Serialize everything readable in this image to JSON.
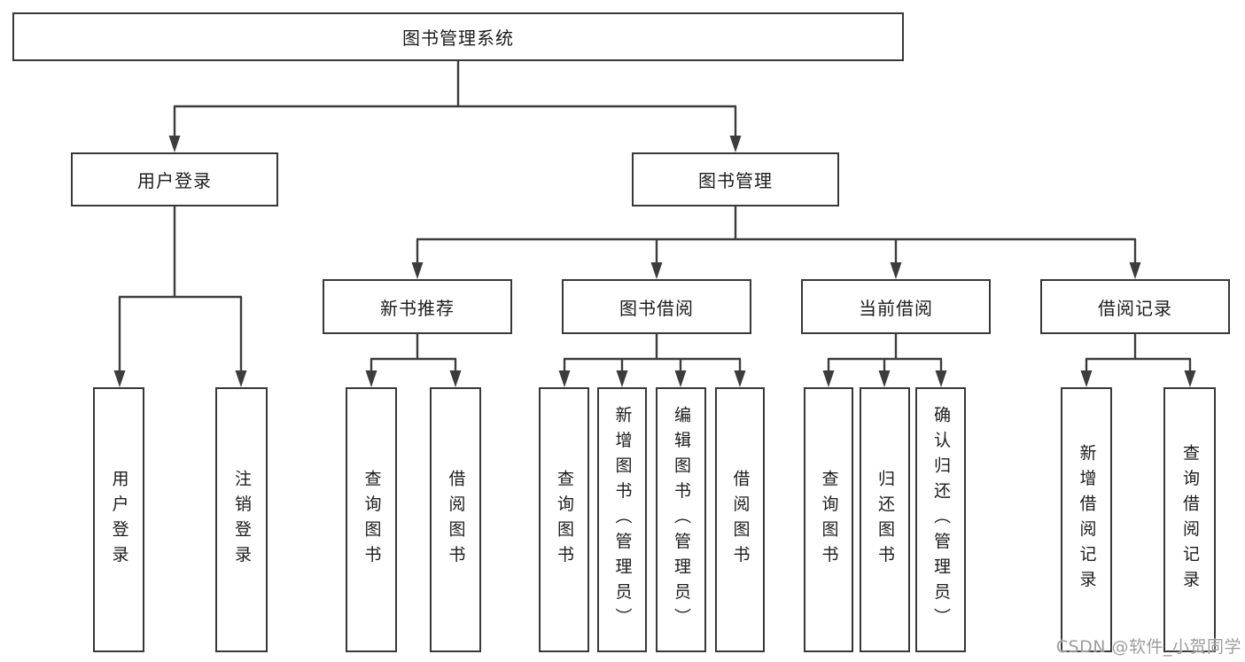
{
  "diagram": {
    "type": "hierarchy-tree",
    "colors": {
      "line": "#3c3c3c",
      "box_border": "#383838",
      "box_background": "#ffffff",
      "text": "#1c1c1c",
      "watermark_text": "#9d9d9d",
      "canvas_background": "#ffffff"
    },
    "tree": {
      "label": "图书管理系统",
      "children": [
        {
          "label": "用户登录",
          "children": [
            {
              "label": "用户登录"
            },
            {
              "label": "注销登录"
            }
          ]
        },
        {
          "label": "图书管理",
          "children": [
            {
              "label": "新书推荐",
              "children": [
                {
                  "label": "查询图书"
                },
                {
                  "label": "借阅图书"
                }
              ]
            },
            {
              "label": "图书借阅",
              "children": [
                {
                  "label": "查询图书"
                },
                {
                  "label": "新增图书（管理员）"
                },
                {
                  "label": "编辑图书（管理员）"
                },
                {
                  "label": "借阅图书"
                }
              ]
            },
            {
              "label": "当前借阅",
              "children": [
                {
                  "label": "查询图书"
                },
                {
                  "label": "归还图书"
                },
                {
                  "label": "确认归还（管理员）"
                }
              ]
            },
            {
              "label": "借阅记录",
              "children": [
                {
                  "label": "新增借阅记录"
                },
                {
                  "label": "查询借阅记录"
                }
              ]
            }
          ]
        }
      ]
    },
    "watermark": {
      "text": "CSDN @软件_小贺同学"
    }
  }
}
